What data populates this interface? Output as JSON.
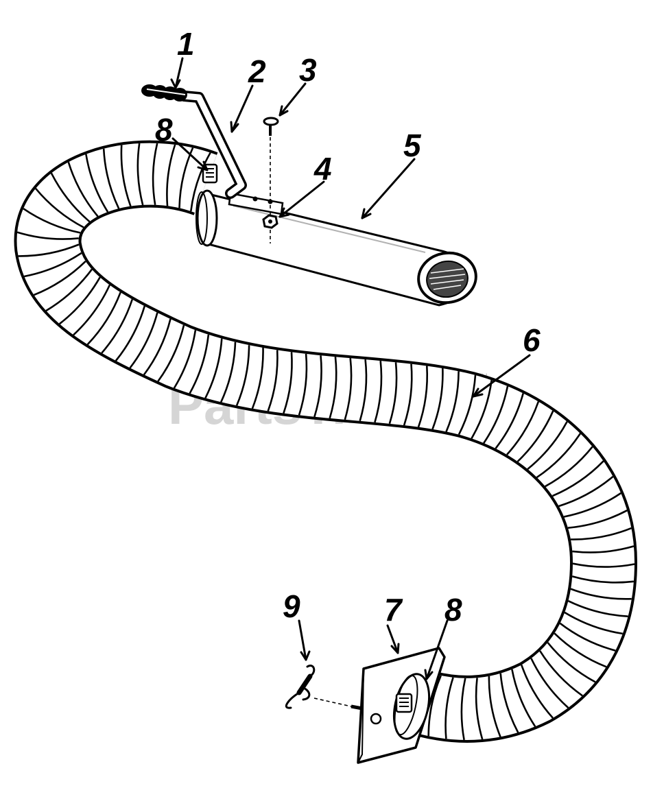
{
  "watermark": {
    "text": "PartsTree",
    "trademark": "TM"
  },
  "callouts": [
    {
      "id": "c1",
      "label": "1"
    },
    {
      "id": "c2",
      "label": "2"
    },
    {
      "id": "c3",
      "label": "3"
    },
    {
      "id": "c4",
      "label": "4"
    },
    {
      "id": "c5",
      "label": "5"
    },
    {
      "id": "c6",
      "label": "6"
    },
    {
      "id": "c7",
      "label": "7"
    },
    {
      "id": "c8a",
      "label": "8"
    },
    {
      "id": "c8b",
      "label": "8"
    },
    {
      "id": "c9",
      "label": "9"
    }
  ],
  "colors": {
    "ink": "#000000",
    "paper": "#ffffff",
    "watermark": "#c8c8c8"
  }
}
